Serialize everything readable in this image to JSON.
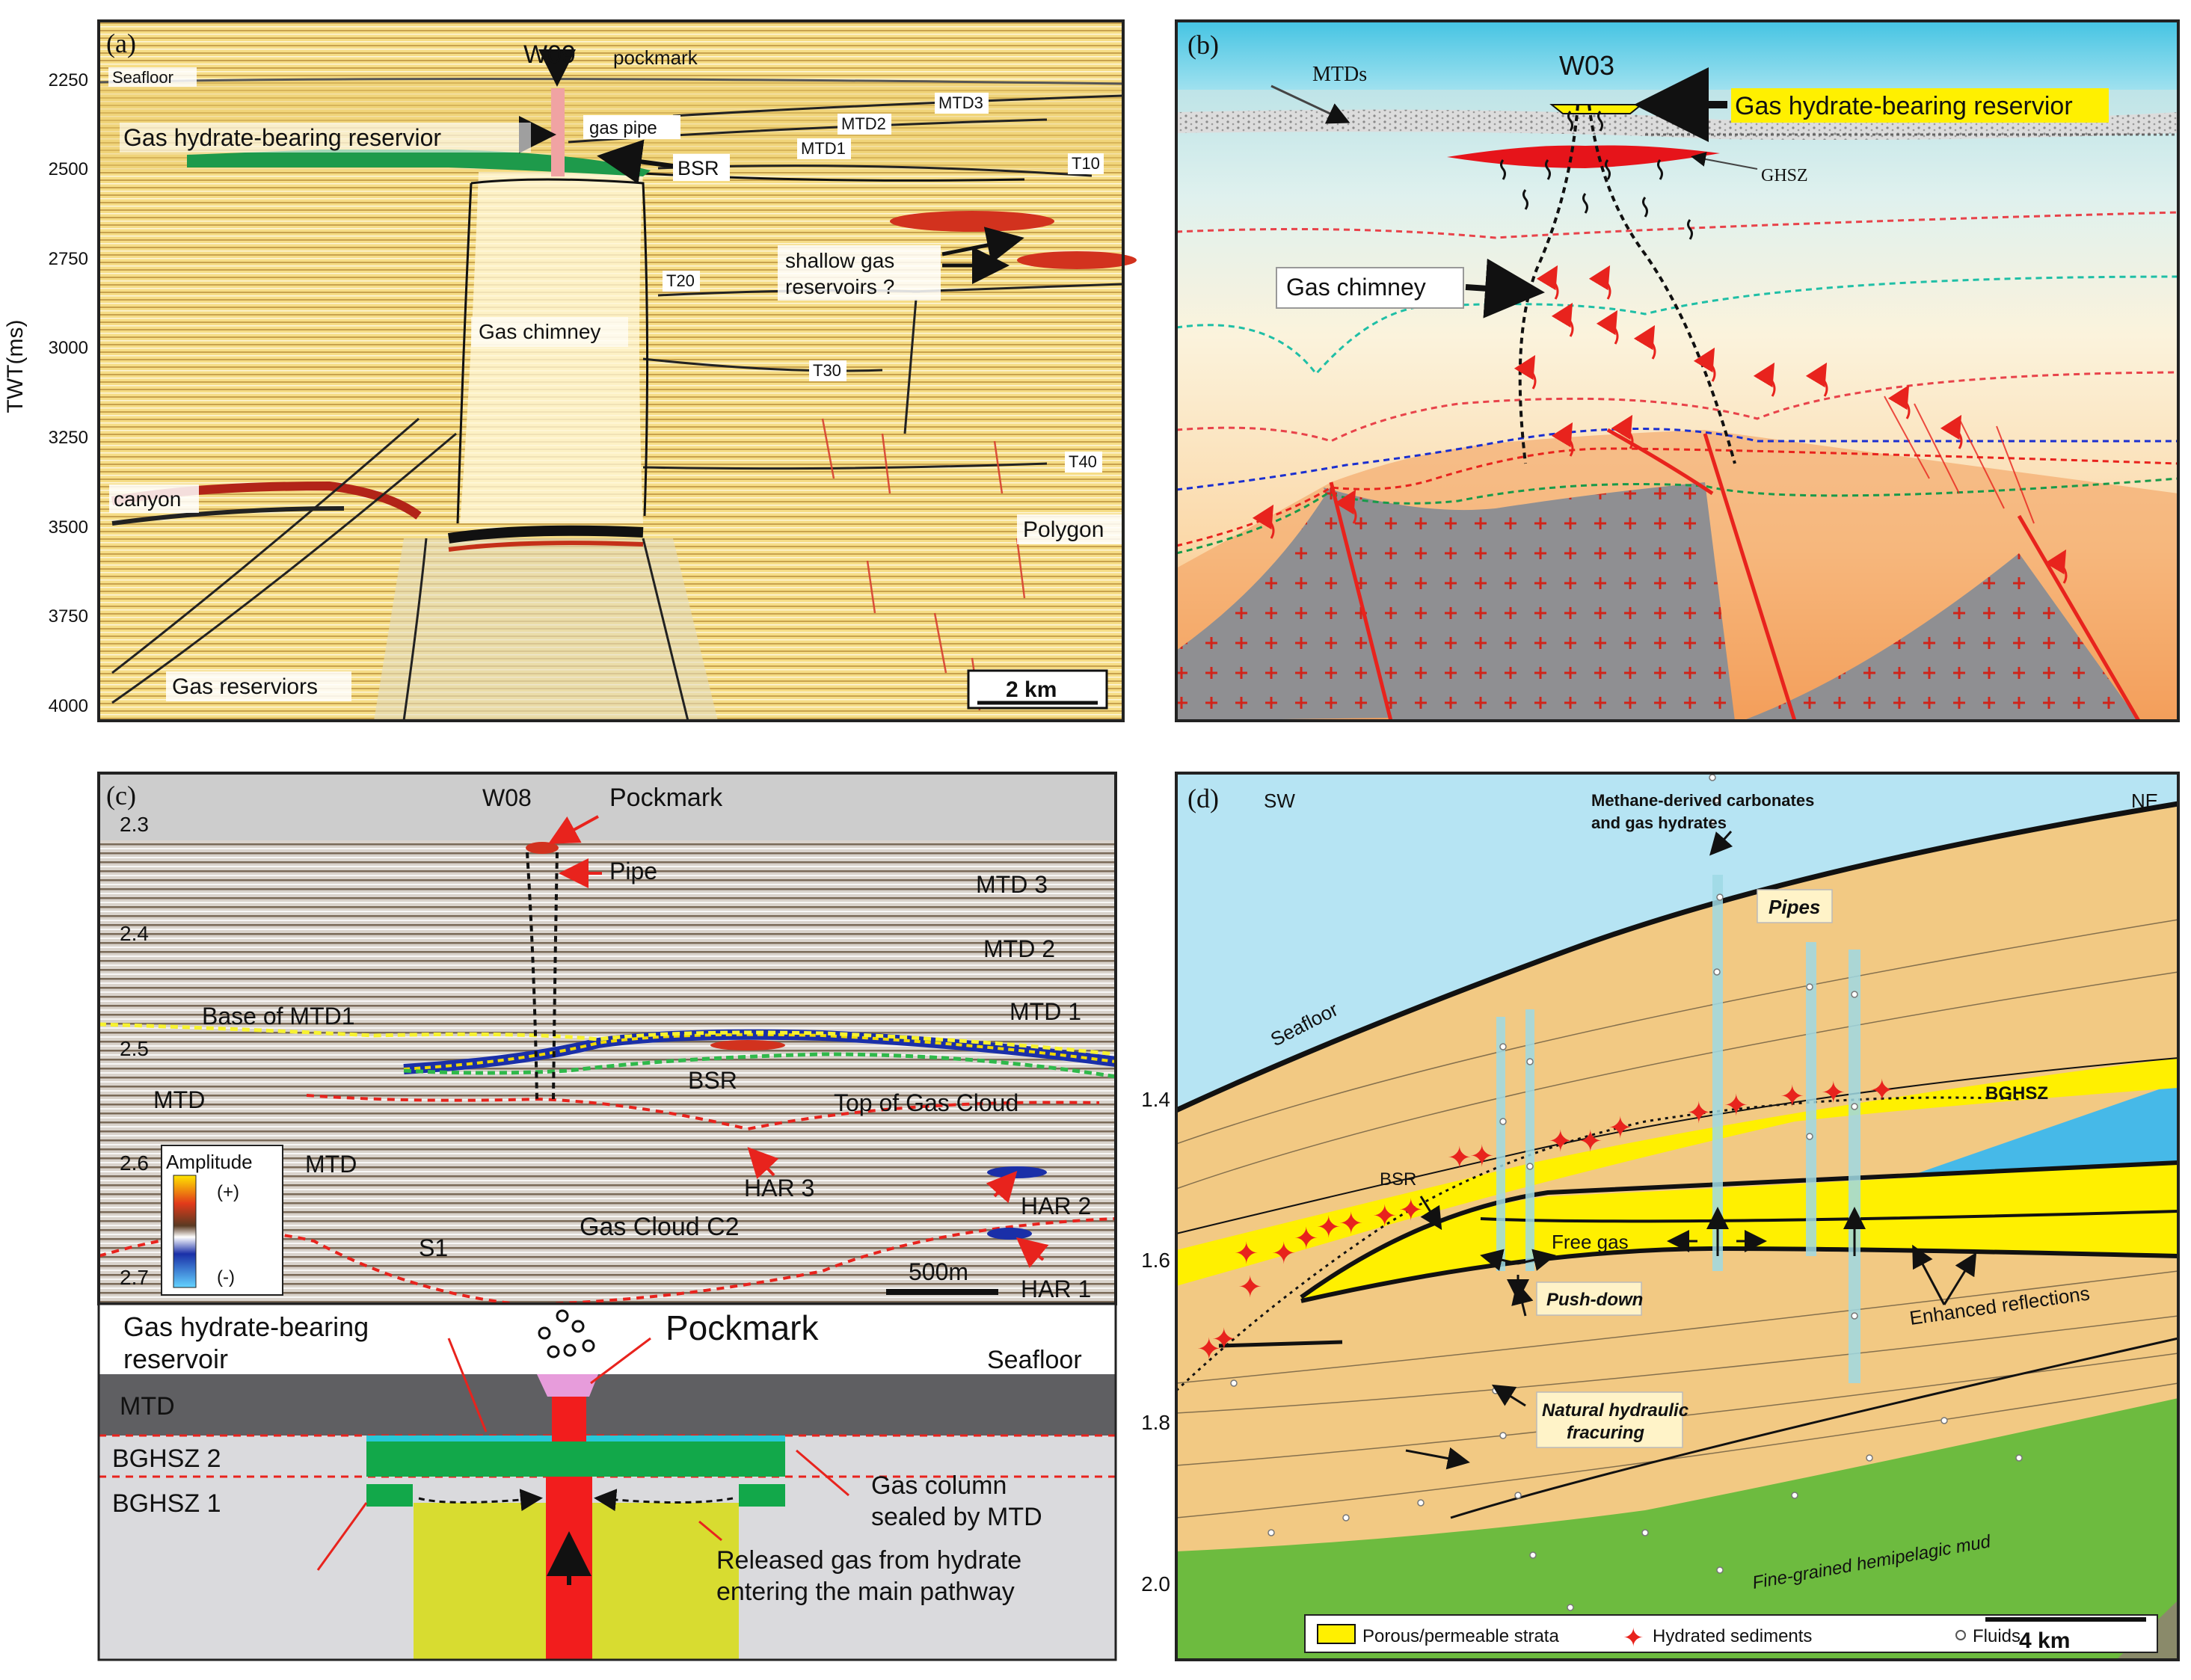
{
  "panel_a": {
    "tag": "(a)",
    "y_axis_label": "TWT(ms)",
    "y_ticks": [
      "2250",
      "2500",
      "2750",
      "3000",
      "3250",
      "3500",
      "3750",
      "4000"
    ],
    "seafloor": "Seafloor",
    "well": "W09",
    "pockmark": "pockmark",
    "gas_pipe": "gas pipe",
    "reservoir": "Gas hydrate-bearing reservior",
    "bsr": "BSR",
    "mtd1": "MTD1",
    "mtd2": "MTD2",
    "mtd3": "MTD3",
    "t10": "T10",
    "t20": "T20",
    "t30": "T30",
    "t40": "T40",
    "shallow_gas_1": "shallow gas",
    "shallow_gas_2": "reservoirs ?",
    "gas_chimney": "Gas chimney",
    "canyon": "canyon",
    "polygon": "Polygon",
    "gas_reservoirs": "Gas reserviors",
    "scale": "2 km"
  },
  "panel_b": {
    "tag": "(b)",
    "well": "W03",
    "mtds": "MTDs",
    "reservoir": "Gas hydrate-bearing reservior",
    "ghsz": "GHSZ",
    "gas_chimney": "Gas chimney"
  },
  "panel_c": {
    "tag": "(c)",
    "y_ticks": [
      "2.3",
      "2.4",
      "2.5",
      "2.6",
      "2.7"
    ],
    "well": "W08",
    "pockmark": "Pockmark",
    "pipe": "Pipe",
    "mtd3": "MTD 3",
    "mtd2": "MTD 2",
    "mtd1": "MTD 1",
    "base_mtd1": "Base of MTD1",
    "mtd_left": "MTD",
    "mtd_mid": "MTD",
    "bsr": "BSR",
    "top_gas_cloud": "Top of Gas Cloud",
    "har3": "HAR 3",
    "har2": "HAR 2",
    "har1": "HAR 1",
    "s1": "S1",
    "gas_cloud": "Gas Cloud C2",
    "scale": "500m",
    "legend_title": "Amplitude",
    "legend_plus": "(+)",
    "legend_minus": "(-)"
  },
  "panel_c_sketch": {
    "reservoir_1": "Gas hydrate-bearing",
    "reservoir_2": "reservoir",
    "pockmark": "Pockmark",
    "seafloor": "Seafloor",
    "mtd": "MTD",
    "bghsz2": "BGHSZ 2",
    "bghsz1": "BGHSZ 1",
    "gas_column_1": "Gas column",
    "gas_column_2": "sealed by MTD",
    "released_1": "Released gas from hydrate",
    "released_2": "entering the main pathway"
  },
  "panel_d": {
    "tag": "(d)",
    "sw": "SW",
    "ne": "NE",
    "methane_1": "Methane-derived carbonates",
    "methane_2": "and gas hydrates",
    "pipes": "Pipes",
    "seafloor": "Seafloor",
    "bghsz": "BGHSZ",
    "bsr": "BSR",
    "free_gas": "Free gas",
    "push_down": "Push-down",
    "enhanced": "Enhanced reflections",
    "frac_1": "Natural hydraulic",
    "frac_2": "fracuring",
    "mud": "Fine-grained hemipelagic mud",
    "y_ticks": [
      "1.4",
      "1.6",
      "1.8",
      "2.0"
    ],
    "legend_porous": "Porous/permeable strata",
    "legend_hydrated": "Hydrated sediments",
    "legend_fluids": "Fluids",
    "scale": "4 km"
  },
  "colors": {
    "seismic_bg": "#f3d77a",
    "sea_blue": "#7fd4ea",
    "hydrate_yellow": "#ffee00",
    "sediment_tan": "#f2c983",
    "mud_green": "#6dbb3f",
    "fault_red": "#e8231d",
    "bsr_green": "#18a04a"
  }
}
